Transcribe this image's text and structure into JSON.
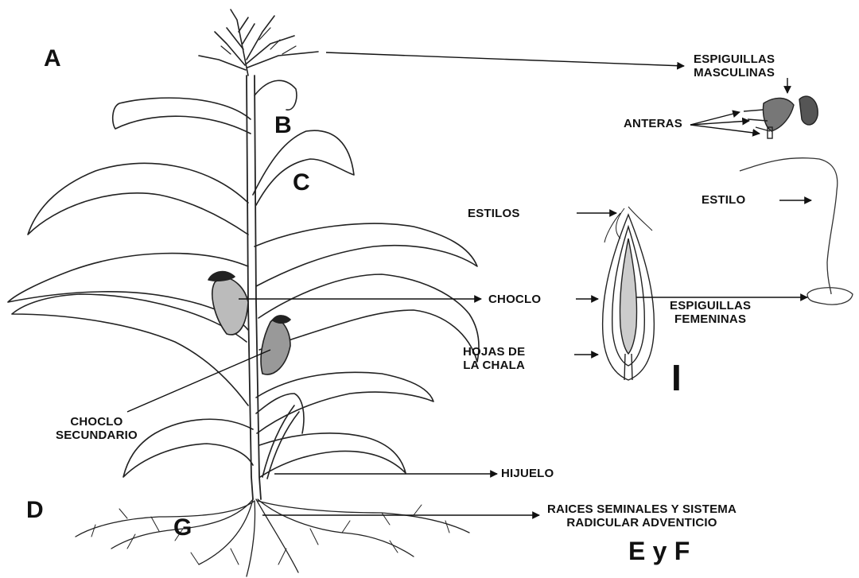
{
  "letters": {
    "a": "A",
    "b": "B",
    "c": "C",
    "d": "D",
    "g": "G",
    "i": "I",
    "e_y_f": "E y F"
  },
  "labels": {
    "espiguillas_masculinas": [
      "ESPIGUILLAS",
      "MASCULINAS"
    ],
    "anteras": "ANTERAS",
    "estilo": "ESTILO",
    "estilos": "ESTILOS",
    "choclo": "CHOCLO",
    "espiguillas_femeninas": [
      "ESPIGUILLAS",
      "FEMENINAS"
    ],
    "hojas_de_la_chala": [
      "HOJAS DE",
      "LA CHALA"
    ],
    "choclo_secundario": [
      "CHOCLO",
      "SECUNDARIO"
    ],
    "hijuelo": "HIJUELO",
    "raices": [
      "RAICES SEMINALES Y SISTEMA",
      "RADICULAR ADVENTICIO"
    ]
  },
  "colors": {
    "ink": "#111111",
    "background": "#ffffff"
  }
}
